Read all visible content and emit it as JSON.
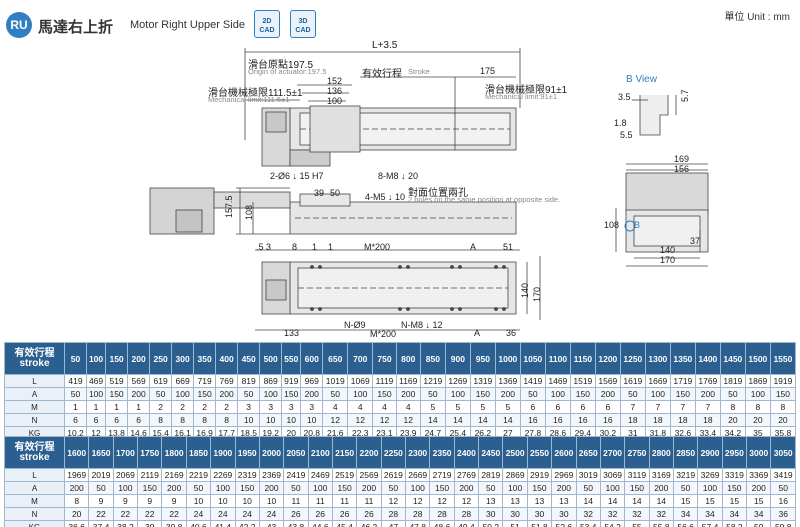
{
  "header": {
    "badge": "RU",
    "title_zh": "馬達右上折",
    "title_en": "Motor Right Upper Side",
    "cad_2d_line1": "2D",
    "cad_2d_line2": "CAD",
    "cad_3d_line1": "3D",
    "cad_3d_line2": "CAD",
    "unit": "單位 Unit : mm"
  },
  "drawing": {
    "l_plus": "L+3.5",
    "origin_zh": "滑台原點197.5",
    "origin_en": "Origin of actuator:197.5",
    "stroke_zh": "有效行程",
    "stroke_en": "Stroke",
    "dim_175": "175",
    "mech_left_zh": "滑台機械極限111.5±1",
    "mech_left_en": "Mechanical limit:111.5±1",
    "mech_right_zh": "滑台機械極限91±1",
    "mech_right_en": "Mechanical limit:91±1",
    "dim_152": "152",
    "dim_136": "136",
    "dim_100": "100",
    "holes_dowel": "2-Ø6 ↓ 15 H7",
    "holes_m8": "8-M8 ↓ 20",
    "dim_39": "39",
    "dim_50": "50",
    "holes_m5": "4-M5 ↓ 10",
    "opp_zh": "對面位置兩孔",
    "opp_en": "2 holes on the same position at opposite side.",
    "dim_1575": "157.5",
    "dim_108a": "108",
    "dim_53": ".5 3",
    "dim_8": "8",
    "dim_1a": "1",
    "dim_1b": "1",
    "m200_top": "M*200",
    "dim_A_top": "A",
    "dim_51": "51",
    "dim_140_side": "140",
    "dim_170_side": "170",
    "dim_133": "133",
    "n_phi9": "N-Ø9",
    "n_m8": "N-M8 ↓ 12",
    "m200_bot": "M*200",
    "dim_A_bot": "A",
    "dim_36": "36",
    "bview": "B View",
    "bv_35": "3.5",
    "bv_57": "5.7",
    "bv_18": "1.8",
    "bv_55": "5.5",
    "end_169": "169",
    "end_156": "156",
    "end_108": "108",
    "end_37": "37",
    "end_140": "140",
    "end_170": "170",
    "end_B": "B"
  },
  "table1": {
    "head_zh": "有效行程",
    "head_en": "stroke",
    "strokes": [
      "50",
      "100",
      "150",
      "200",
      "250",
      "300",
      "350",
      "400",
      "450",
      "500",
      "550",
      "600",
      "650",
      "700",
      "750",
      "800",
      "850",
      "900",
      "950",
      "1000",
      "1050",
      "1100",
      "1150",
      "1200",
      "1250",
      "1300",
      "1350",
      "1400",
      "1450",
      "1500",
      "1550"
    ],
    "rows": [
      {
        "label": "L",
        "values": [
          "419",
          "469",
          "519",
          "569",
          "619",
          "669",
          "719",
          "769",
          "819",
          "869",
          "919",
          "969",
          "1019",
          "1069",
          "1119",
          "1169",
          "1219",
          "1269",
          "1319",
          "1369",
          "1419",
          "1469",
          "1519",
          "1569",
          "1619",
          "1669",
          "1719",
          "1769",
          "1819",
          "1869",
          "1919"
        ]
      },
      {
        "label": "A",
        "values": [
          "50",
          "100",
          "150",
          "200",
          "50",
          "100",
          "150",
          "200",
          "50",
          "100",
          "150",
          "200",
          "50",
          "100",
          "150",
          "200",
          "50",
          "100",
          "150",
          "200",
          "50",
          "100",
          "150",
          "200",
          "50",
          "100",
          "150",
          "200",
          "50",
          "100",
          "150"
        ]
      },
      {
        "label": "M",
        "values": [
          "1",
          "1",
          "1",
          "1",
          "2",
          "2",
          "2",
          "2",
          "3",
          "3",
          "3",
          "3",
          "4",
          "4",
          "4",
          "4",
          "5",
          "5",
          "5",
          "5",
          "6",
          "6",
          "6",
          "6",
          "7",
          "7",
          "7",
          "7",
          "8",
          "8",
          "8"
        ]
      },
      {
        "label": "N",
        "values": [
          "6",
          "6",
          "6",
          "6",
          "8",
          "8",
          "8",
          "8",
          "10",
          "10",
          "10",
          "10",
          "12",
          "12",
          "12",
          "12",
          "14",
          "14",
          "14",
          "14",
          "16",
          "16",
          "16",
          "16",
          "18",
          "18",
          "18",
          "18",
          "20",
          "20",
          "20"
        ]
      },
      {
        "label": "KG",
        "values": [
          "10.2",
          "12",
          "13.8",
          "14.6",
          "15.4",
          "16.1",
          "16.9",
          "17.7",
          "18.5",
          "19.2",
          "20",
          "20.8",
          "21.6",
          "22.3",
          "23.1",
          "23.9",
          "24.7",
          "25.4",
          "26.2",
          "27",
          "27.8",
          "28.6",
          "29.4",
          "30.2",
          "31",
          "31.8",
          "32.6",
          "33.4",
          "34.2",
          "35",
          "35.8"
        ]
      }
    ]
  },
  "table2": {
    "head_zh": "有效行程",
    "head_en": "stroke",
    "strokes": [
      "1600",
      "1650",
      "1700",
      "1750",
      "1800",
      "1850",
      "1900",
      "1950",
      "2000",
      "2050",
      "2100",
      "2150",
      "2200",
      "2250",
      "2300",
      "2350",
      "2400",
      "2450",
      "2500",
      "2550",
      "2600",
      "2650",
      "2700",
      "2750",
      "2800",
      "2850",
      "2900",
      "2950",
      "3000",
      "3050"
    ],
    "rows": [
      {
        "label": "L",
        "values": [
          "1969",
          "2019",
          "2069",
          "2119",
          "2169",
          "2219",
          "2269",
          "2319",
          "2369",
          "2419",
          "2469",
          "2519",
          "2569",
          "2619",
          "2669",
          "2719",
          "2769",
          "2819",
          "2869",
          "2919",
          "2969",
          "3019",
          "3069",
          "3119",
          "3169",
          "3219",
          "3269",
          "3319",
          "3369",
          "3419"
        ]
      },
      {
        "label": "A",
        "values": [
          "200",
          "50",
          "100",
          "150",
          "200",
          "50",
          "100",
          "150",
          "200",
          "50",
          "100",
          "150",
          "200",
          "50",
          "100",
          "150",
          "200",
          "50",
          "100",
          "150",
          "200",
          "50",
          "100",
          "150",
          "200",
          "50",
          "100",
          "150",
          "200",
          "50"
        ]
      },
      {
        "label": "M",
        "values": [
          "8",
          "9",
          "9",
          "9",
          "9",
          "10",
          "10",
          "10",
          "10",
          "11",
          "11",
          "11",
          "11",
          "12",
          "12",
          "12",
          "12",
          "13",
          "13",
          "13",
          "13",
          "14",
          "14",
          "14",
          "14",
          "15",
          "15",
          "15",
          "15",
          "16"
        ]
      },
      {
        "label": "N",
        "values": [
          "20",
          "22",
          "22",
          "22",
          "22",
          "24",
          "24",
          "24",
          "24",
          "26",
          "26",
          "26",
          "26",
          "28",
          "28",
          "28",
          "28",
          "30",
          "30",
          "30",
          "30",
          "32",
          "32",
          "32",
          "32",
          "34",
          "34",
          "34",
          "34",
          "36"
        ]
      },
      {
        "label": "KG",
        "values": [
          "36.6",
          "37.4",
          "38.2",
          "39",
          "39.8",
          "40.6",
          "41.4",
          "42.2",
          "43",
          "43.8",
          "44.6",
          "45.4",
          "46.2",
          "47",
          "47.8",
          "48.6",
          "49.4",
          "50.2",
          "51",
          "51.8",
          "52.6",
          "53.4",
          "54.2",
          "55",
          "55.8",
          "56.6",
          "57.4",
          "58.2",
          "59",
          "59.8"
        ]
      }
    ]
  }
}
